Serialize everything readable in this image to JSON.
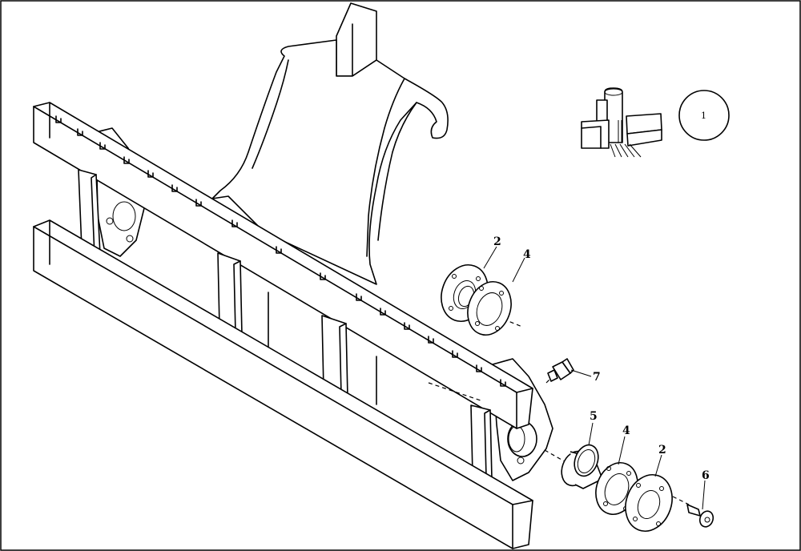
{
  "callouts": {
    "c2a": "2",
    "c4a": "4",
    "c7": "7",
    "c5": "5",
    "c4b": "4",
    "c2b": "2",
    "c6": "6"
  },
  "symbol": {
    "circle_number": "1"
  }
}
